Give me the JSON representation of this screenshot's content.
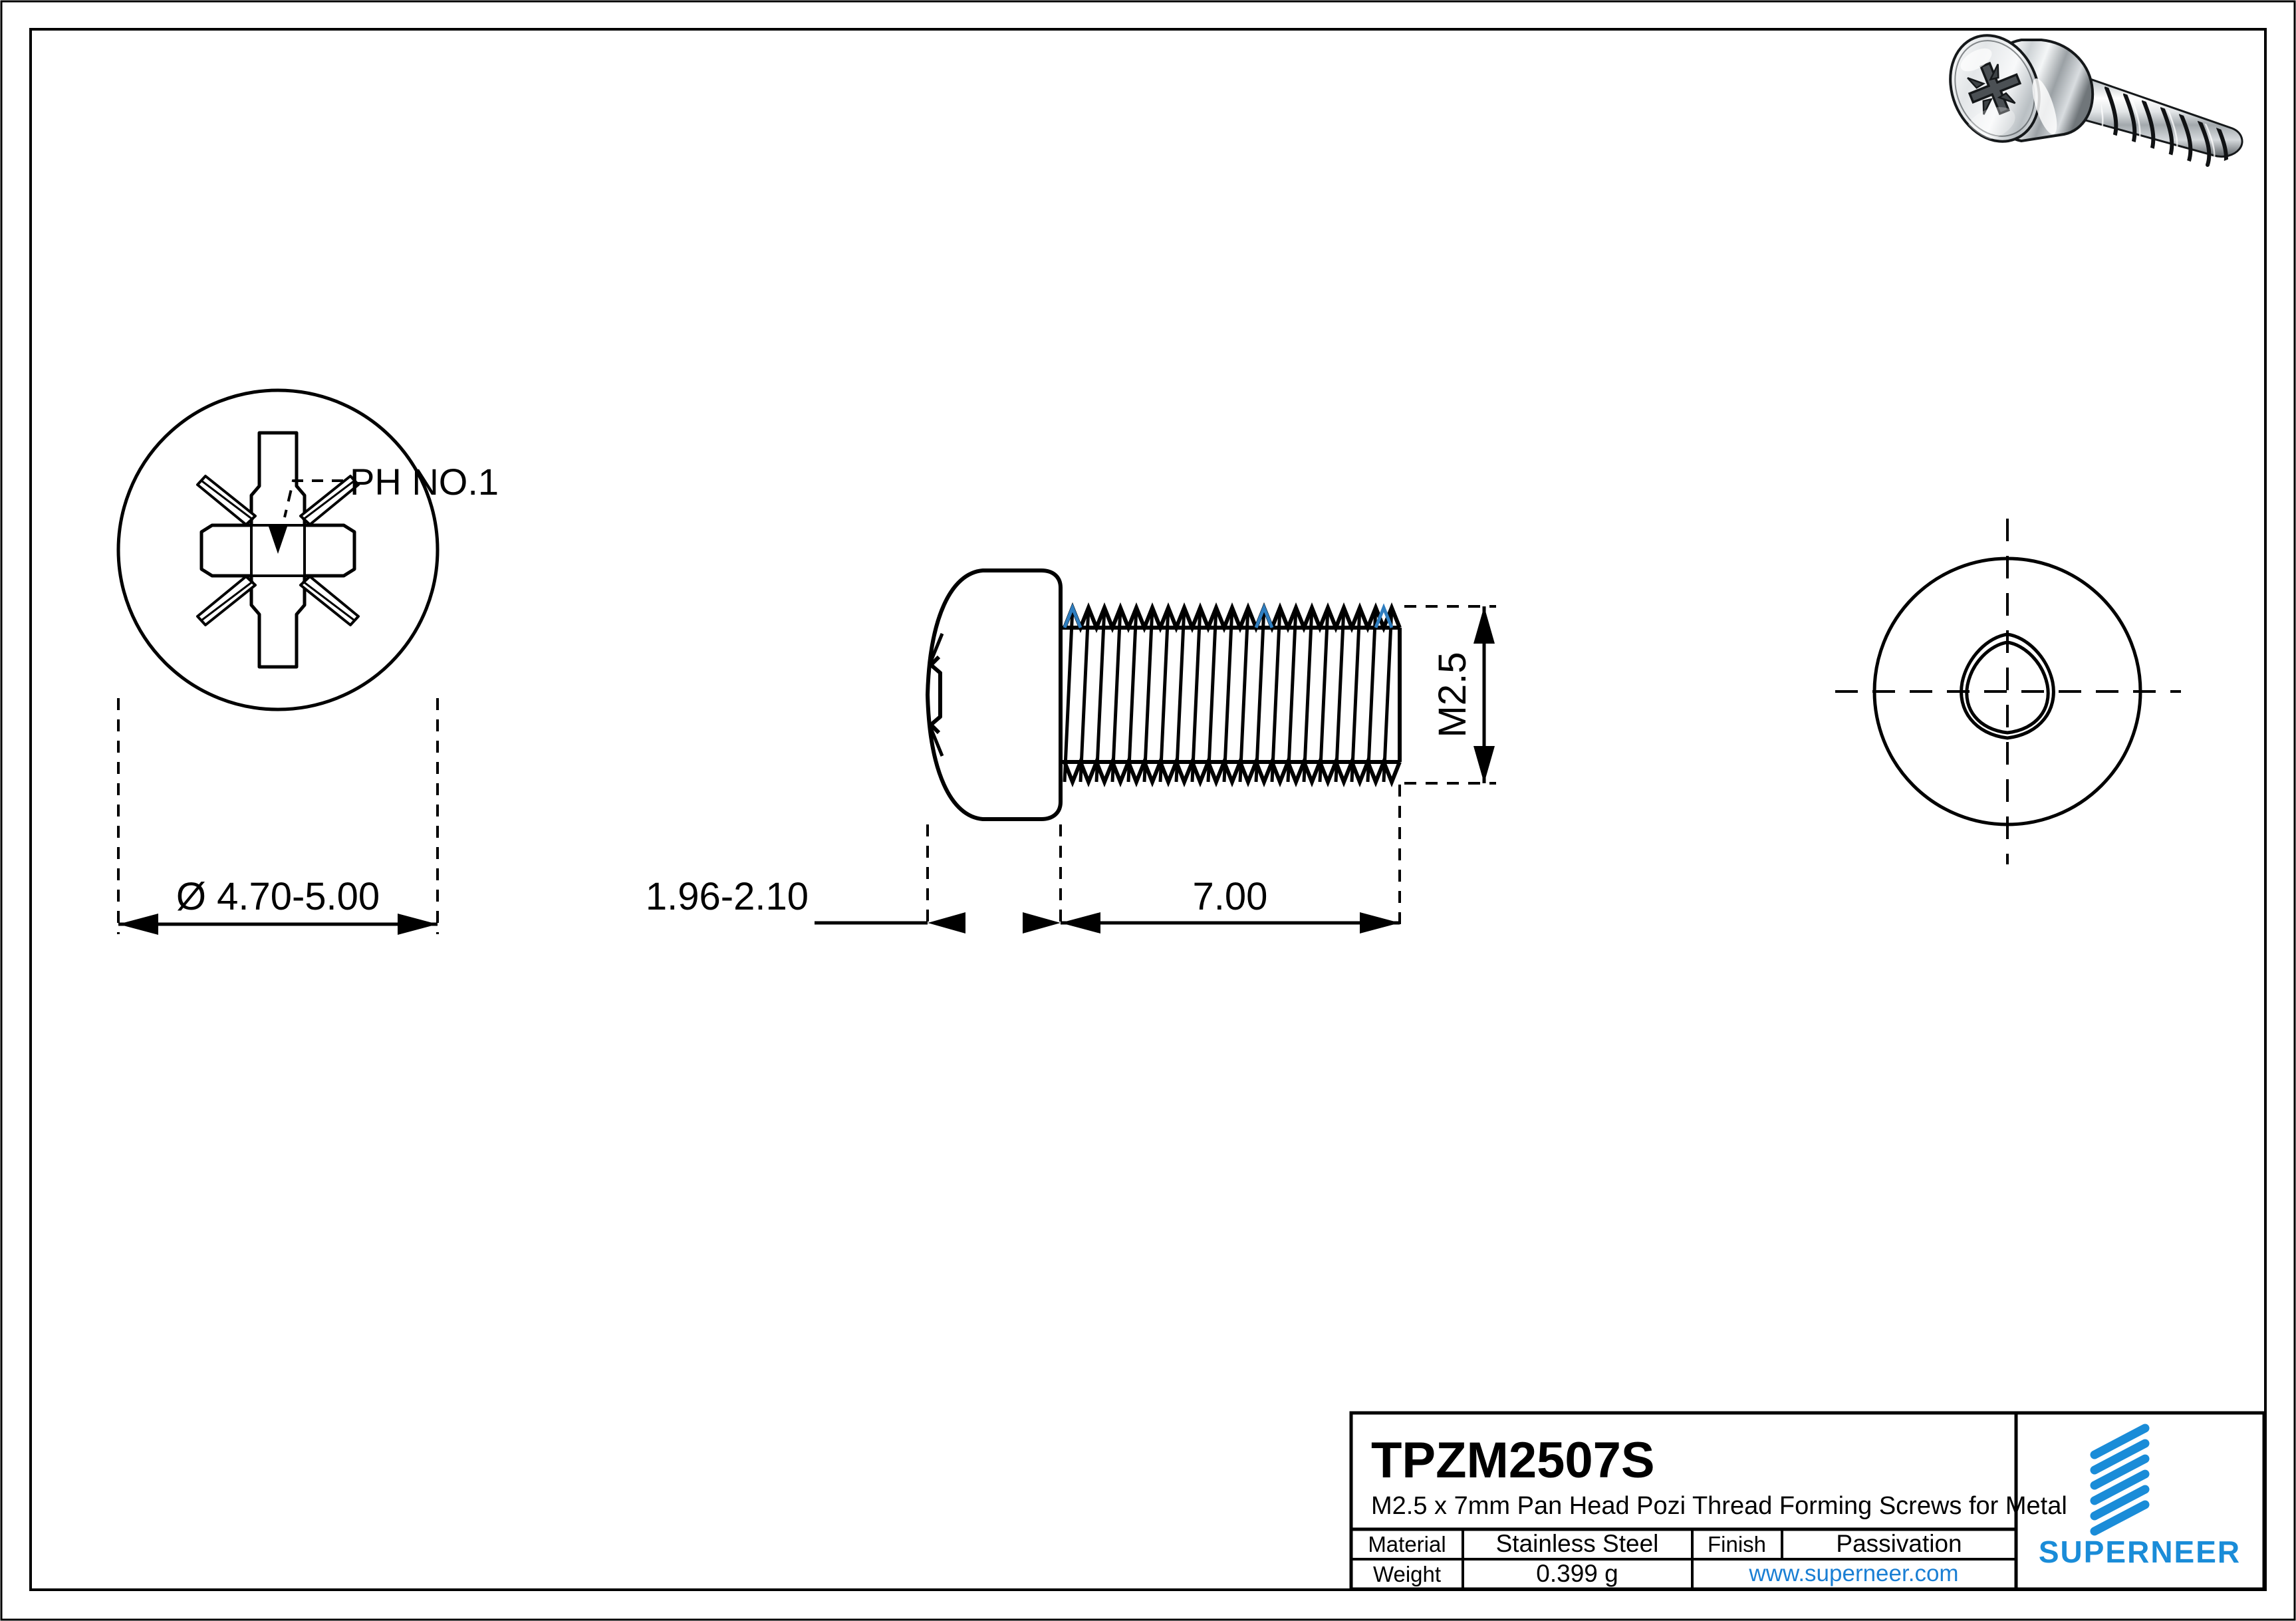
{
  "drawing": {
    "type": "engineering-drawing",
    "part_number": "TPZM2507S",
    "description": "M2.5 x 7mm Pan Head Pozi Thread Forming Screws for Metal",
    "views": [
      {
        "name": "top-view",
        "label": "Pozi drive head, top view"
      },
      {
        "name": "side-view",
        "label": "Pan head screw, side view"
      },
      {
        "name": "bottom-view",
        "label": "Trilobular shank end view"
      },
      {
        "name": "render-3d",
        "label": "3D render of stainless steel pan head pozi screw"
      }
    ],
    "annotations": {
      "drive_callout": "PH NO.1",
      "head_diameter": "Ø 4.70-5.00",
      "head_height": "1.96-2.10",
      "thread_length": "7.00",
      "thread_size": "M2.5"
    }
  },
  "title_block": {
    "part_number": "TPZM2507S",
    "description": "M2.5 x 7mm Pan Head Pozi Thread Forming Screws for Metal",
    "rows": [
      {
        "label": "Material",
        "value": "Stainless Steel",
        "label2": "Finish",
        "value2": "Passivation"
      },
      {
        "label": "Weight",
        "value": "0.399 g",
        "link": "www.superneer.com"
      }
    ],
    "brand": "SUPERNEER",
    "link_color": "#1a7fd4",
    "brand_color": "#1a8cd8"
  }
}
